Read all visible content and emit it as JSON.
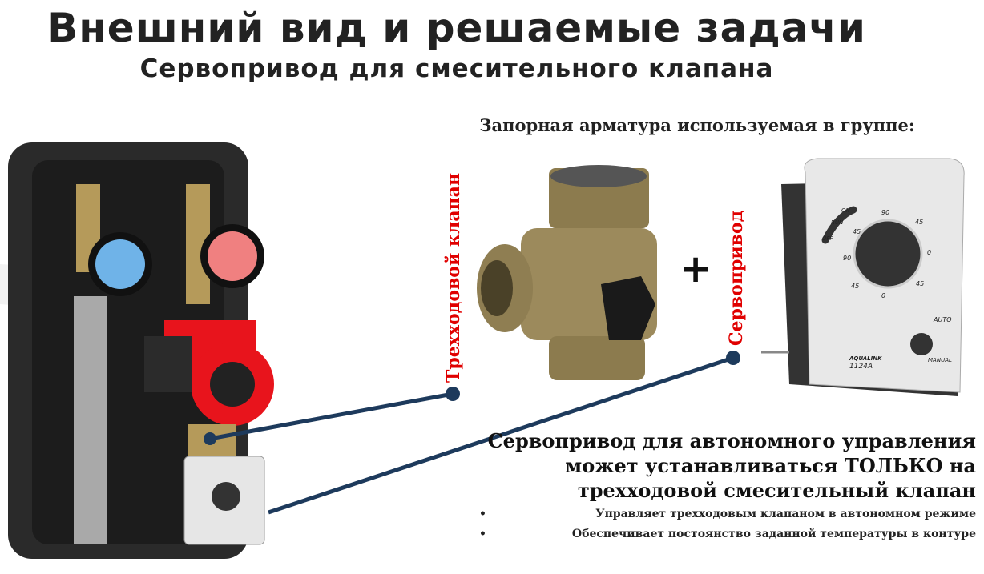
{
  "title": "Внешний вид и решаемые задачи",
  "subtitle": "Сервопривод для смесительного клапана",
  "section_header": "Запорная арматура используемая в группе:",
  "labels": {
    "valve": "Трехходовой клапан",
    "actuator": "Сервопривод",
    "plus": "+"
  },
  "note_lines": [
    "Сервопривод для автономного управления",
    "может устанавливаться ТОЛЬКО на",
    "трехходовой смесительный клапан"
  ],
  "bullets": [
    "Управляет трехходовым клапаном в автономном режиме",
    "Обеспечивает постоянство заданной температуры в контуре"
  ],
  "device": {
    "switch": [
      "OFF",
      "RUN",
      "ON"
    ],
    "dial": [
      "90",
      "45",
      "0",
      "45",
      "0",
      "45",
      "90",
      "45"
    ],
    "auto": "AUTO",
    "manual": "MANUAL",
    "brand": "AQUALINK",
    "model": "1124A"
  },
  "colors": {
    "accent_red": "#e00000",
    "connector": "#1d3a5c"
  }
}
